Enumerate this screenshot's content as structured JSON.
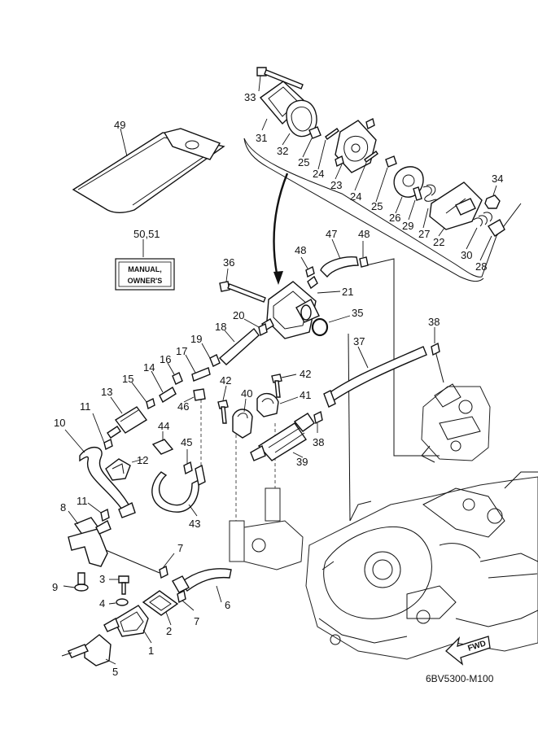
{
  "diagram": {
    "callouts": [
      {
        "id": "c33",
        "label": "33"
      },
      {
        "id": "c31",
        "label": "31"
      },
      {
        "id": "c32",
        "label": "32"
      },
      {
        "id": "c25a",
        "label": "25"
      },
      {
        "id": "c24a",
        "label": "24"
      },
      {
        "id": "c23",
        "label": "23"
      },
      {
        "id": "c24b",
        "label": "24"
      },
      {
        "id": "c25b",
        "label": "25"
      },
      {
        "id": "c26",
        "label": "26"
      },
      {
        "id": "c29",
        "label": "29"
      },
      {
        "id": "c27",
        "label": "27"
      },
      {
        "id": "c22",
        "label": "22"
      },
      {
        "id": "c34",
        "label": "34"
      },
      {
        "id": "c30",
        "label": "30"
      },
      {
        "id": "c28",
        "label": "28"
      },
      {
        "id": "c49",
        "label": "49"
      },
      {
        "id": "c5051",
        "label": "50,51"
      },
      {
        "id": "c36",
        "label": "36"
      },
      {
        "id": "c48a",
        "label": "48"
      },
      {
        "id": "c47",
        "label": "47"
      },
      {
        "id": "c48b",
        "label": "48"
      },
      {
        "id": "c21",
        "label": "21"
      },
      {
        "id": "c35",
        "label": "35"
      },
      {
        "id": "c20",
        "label": "20"
      },
      {
        "id": "c18",
        "label": "18"
      },
      {
        "id": "c38a",
        "label": "38"
      },
      {
        "id": "c19",
        "label": "19"
      },
      {
        "id": "c17",
        "label": "17"
      },
      {
        "id": "c16",
        "label": "16"
      },
      {
        "id": "c14",
        "label": "14"
      },
      {
        "id": "c37",
        "label": "37"
      },
      {
        "id": "c42a",
        "label": "42"
      },
      {
        "id": "c42b",
        "label": "42"
      },
      {
        "id": "c15",
        "label": "15"
      },
      {
        "id": "c13",
        "label": "13"
      },
      {
        "id": "c46",
        "label": "46"
      },
      {
        "id": "c40",
        "label": "40"
      },
      {
        "id": "c41",
        "label": "41"
      },
      {
        "id": "c11a",
        "label": "11"
      },
      {
        "id": "c10",
        "label": "10"
      },
      {
        "id": "c44",
        "label": "44"
      },
      {
        "id": "c38b",
        "label": "38"
      },
      {
        "id": "c45",
        "label": "45"
      },
      {
        "id": "c39",
        "label": "39"
      },
      {
        "id": "c12",
        "label": "12"
      },
      {
        "id": "c11b",
        "label": "11"
      },
      {
        "id": "c8",
        "label": "8"
      },
      {
        "id": "c43",
        "label": "43"
      },
      {
        "id": "c7a",
        "label": "7"
      },
      {
        "id": "c9",
        "label": "9"
      },
      {
        "id": "c3",
        "label": "3"
      },
      {
        "id": "c6",
        "label": "6"
      },
      {
        "id": "c4",
        "label": "4"
      },
      {
        "id": "c7b",
        "label": "7"
      },
      {
        "id": "c2",
        "label": "2"
      },
      {
        "id": "c1",
        "label": "1"
      },
      {
        "id": "c5",
        "label": "5"
      }
    ],
    "label_box": {
      "line1": "MANUAL,",
      "line2": "OWNER'S"
    },
    "fwd_label": "FWD",
    "drawing_code": "6BV5300-M100"
  }
}
